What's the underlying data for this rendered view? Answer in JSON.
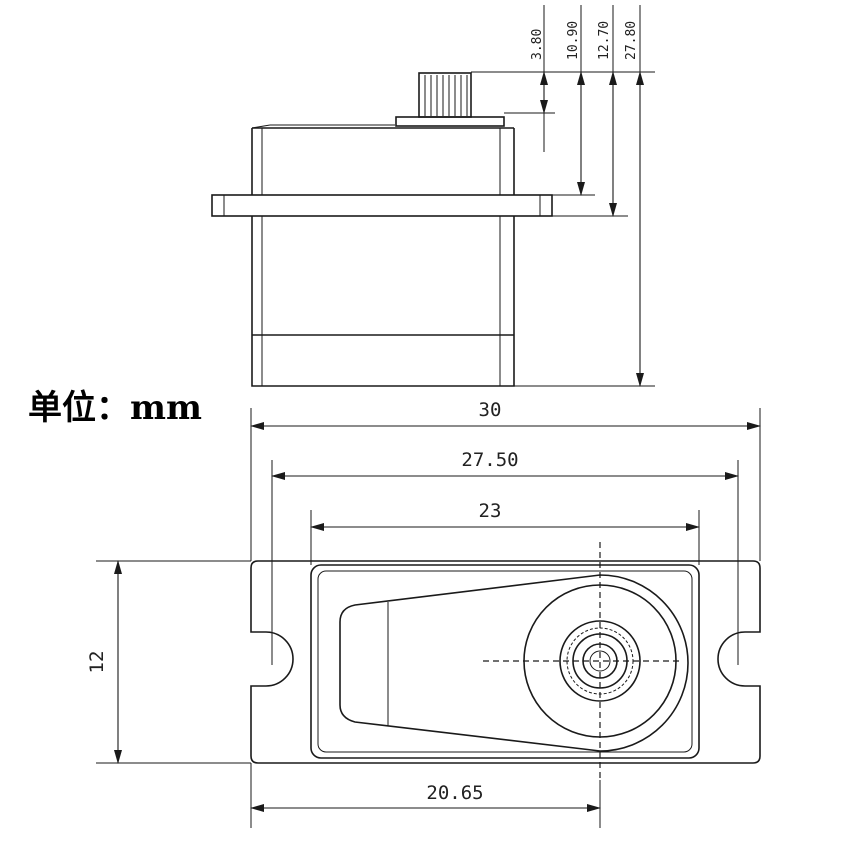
{
  "unit_label": "单位：mm",
  "dims": {
    "d_3_80": "3.80",
    "d_10_90": "10.90",
    "d_12_70": "12.70",
    "d_27_80": "27.80",
    "d_30": "30",
    "d_27_50": "27.50",
    "d_23": "23",
    "d_12": "12",
    "d_20_65": "20.65"
  }
}
